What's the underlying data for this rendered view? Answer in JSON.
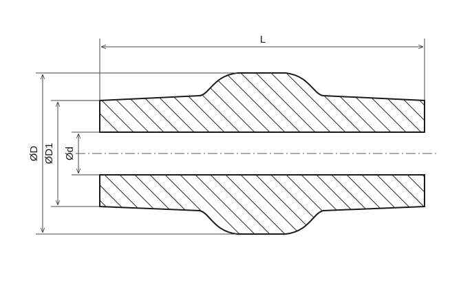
{
  "dimensions": {
    "length": "L",
    "outer_diameter": "ØD",
    "body_diameter": "ØD1",
    "bore_diameter": "Ød"
  },
  "colors": {
    "line": "#1a1a1a",
    "hatch": "#2a2a2a",
    "dim_line": "#444444",
    "background": "#ffffff"
  }
}
